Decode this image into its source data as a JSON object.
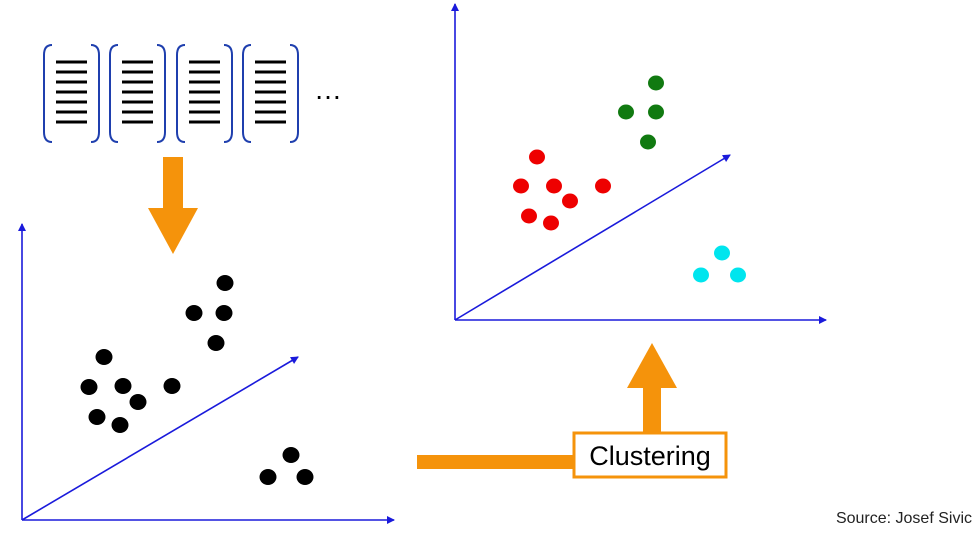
{
  "clustering_label": "Clustering",
  "source_label": "Source: Josef Sivic",
  "ellipsis": "…",
  "colors": {
    "axis": "#1a1adb",
    "arrow": "#f5930b",
    "points_unclustered": "#000000",
    "cluster_red": "#ee0000",
    "cluster_green": "#117a11",
    "cluster_cyan": "#00e5ee",
    "bracket": "#1f3fae"
  },
  "document_vectors": 4
}
